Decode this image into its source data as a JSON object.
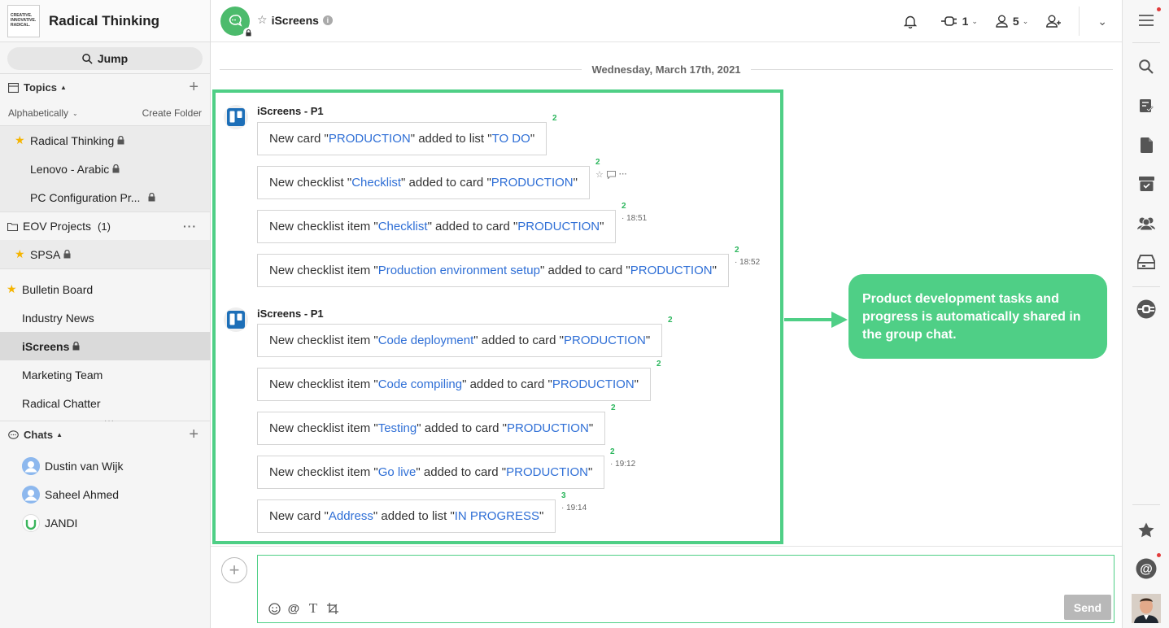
{
  "team": {
    "logo_lines": [
      "CREATIVE.",
      "INNOVATIVE.",
      "RADICAL."
    ],
    "name": "Radical Thinking"
  },
  "jump": {
    "label": "Jump"
  },
  "topics_section": {
    "title": "Topics",
    "sort_label": "Alphabetically",
    "create_folder": "Create Folder",
    "folder1": [
      {
        "name": "Radical Thinking",
        "starred": true,
        "locked": true
      },
      {
        "name": "Lenovo - Arabic",
        "starred": false,
        "locked": true
      },
      {
        "name": "PC Configuration Pr...",
        "starred": false,
        "locked": true
      }
    ],
    "folder2": {
      "name": "EOV Projects",
      "count": "(1)"
    },
    "folder2_items": [
      {
        "name": "SPSA",
        "starred": true,
        "locked": true
      }
    ],
    "loose": [
      {
        "name": "Bulletin Board",
        "starred": true
      },
      {
        "name": "Industry News"
      },
      {
        "name": "iScreens",
        "active": true,
        "locked": true
      },
      {
        "name": "Marketing Team"
      },
      {
        "name": "Radical Chatter"
      }
    ]
  },
  "chats_section": {
    "title": "Chats",
    "items": [
      {
        "name": "Dustin van Wijk"
      },
      {
        "name": "Saheel Ahmed"
      },
      {
        "name": "JANDI"
      }
    ]
  },
  "room": {
    "title": "iScreens",
    "connect_count": "1",
    "member_count": "5"
  },
  "date_divider": "Wednesday, March 17th, 2021",
  "groups": [
    {
      "sender": "iScreens - P1",
      "messages": [
        {
          "parts": [
            "New card \"",
            "PRODUCTION",
            "\" added to list \"",
            "TO DO",
            "\""
          ],
          "unread": "2",
          "time": ""
        },
        {
          "parts": [
            "New checklist \"",
            "Checklist",
            "\" added to card \"",
            "PRODUCTION",
            "\""
          ],
          "unread": "2",
          "time": "",
          "hover": true
        },
        {
          "parts": [
            "New checklist item \"",
            "Checklist",
            "\" added to card \"",
            "PRODUCTION",
            "\""
          ],
          "unread": "2",
          "time": "18:51"
        },
        {
          "parts": [
            "New checklist item \"",
            "Production environment setup",
            "\" added to card \"",
            "PRODUCTION",
            "\""
          ],
          "unread": "2",
          "time": "18:52"
        }
      ]
    },
    {
      "sender": "iScreens - P1",
      "messages": [
        {
          "parts": [
            "New checklist item \"",
            "Code deployment",
            "\" added to card \"",
            "PRODUCTION",
            "\""
          ],
          "unread": "2",
          "time": ""
        },
        {
          "parts": [
            "New checklist item \"",
            "Code compiling",
            "\" added to card \"",
            "PRODUCTION",
            "\""
          ],
          "unread": "2",
          "time": ""
        },
        {
          "parts": [
            "New checklist item \"",
            "Testing",
            "\" added to card \"",
            "PRODUCTION",
            "\""
          ],
          "unread": "2",
          "time": ""
        },
        {
          "parts": [
            "New checklist item \"",
            "Go live",
            "\" added to card \"",
            "PRODUCTION",
            "\""
          ],
          "unread": "2",
          "time": "19:12"
        },
        {
          "parts": [
            "New card \"",
            "Address",
            "\" added to list \"",
            "IN PROGRESS",
            "\""
          ],
          "unread": "3",
          "time": "19:14"
        }
      ]
    }
  ],
  "callout": "Product development tasks and progress is automatically shared in the group chat.",
  "composer": {
    "placeholder": "",
    "send_label": "Send"
  },
  "colors": {
    "accent": "#4fcf86",
    "link": "#2f6fd6",
    "brand": "#4cbb6c",
    "unread": "#2bb65c"
  }
}
